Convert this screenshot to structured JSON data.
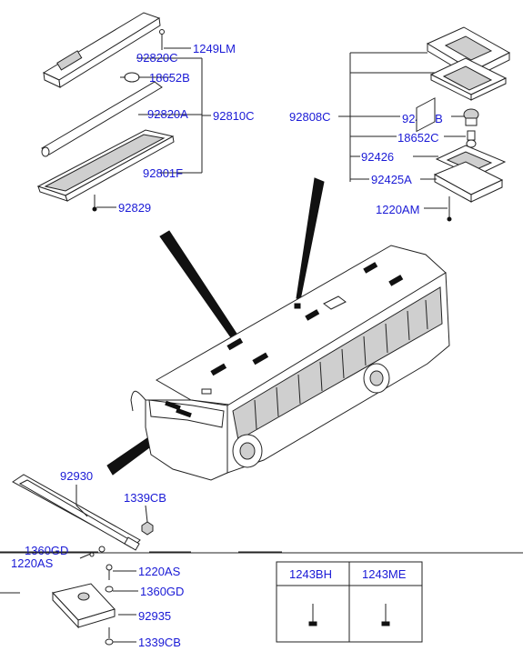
{
  "diagram": {
    "interior_lamp_group": {
      "assembly": "92810C",
      "parts": [
        "1249LM",
        "92820C",
        "18652B",
        "92820A",
        "92801F",
        "92829"
      ]
    },
    "dome_lamp_group": {
      "assembly": "92808C",
      "parts": [
        "92428B",
        "18652C",
        "92426",
        "92425A",
        "1220AM"
      ]
    },
    "lower_lamp_group": {
      "parts": [
        "92930",
        "1339CB",
        "1360GD",
        "1220AS"
      ]
    },
    "bottom_group": {
      "parts": [
        "1220AS",
        "1360GD",
        "92935",
        "1339CB"
      ]
    },
    "screw_table": {
      "headers": [
        "1243BH",
        "1243ME"
      ]
    }
  }
}
